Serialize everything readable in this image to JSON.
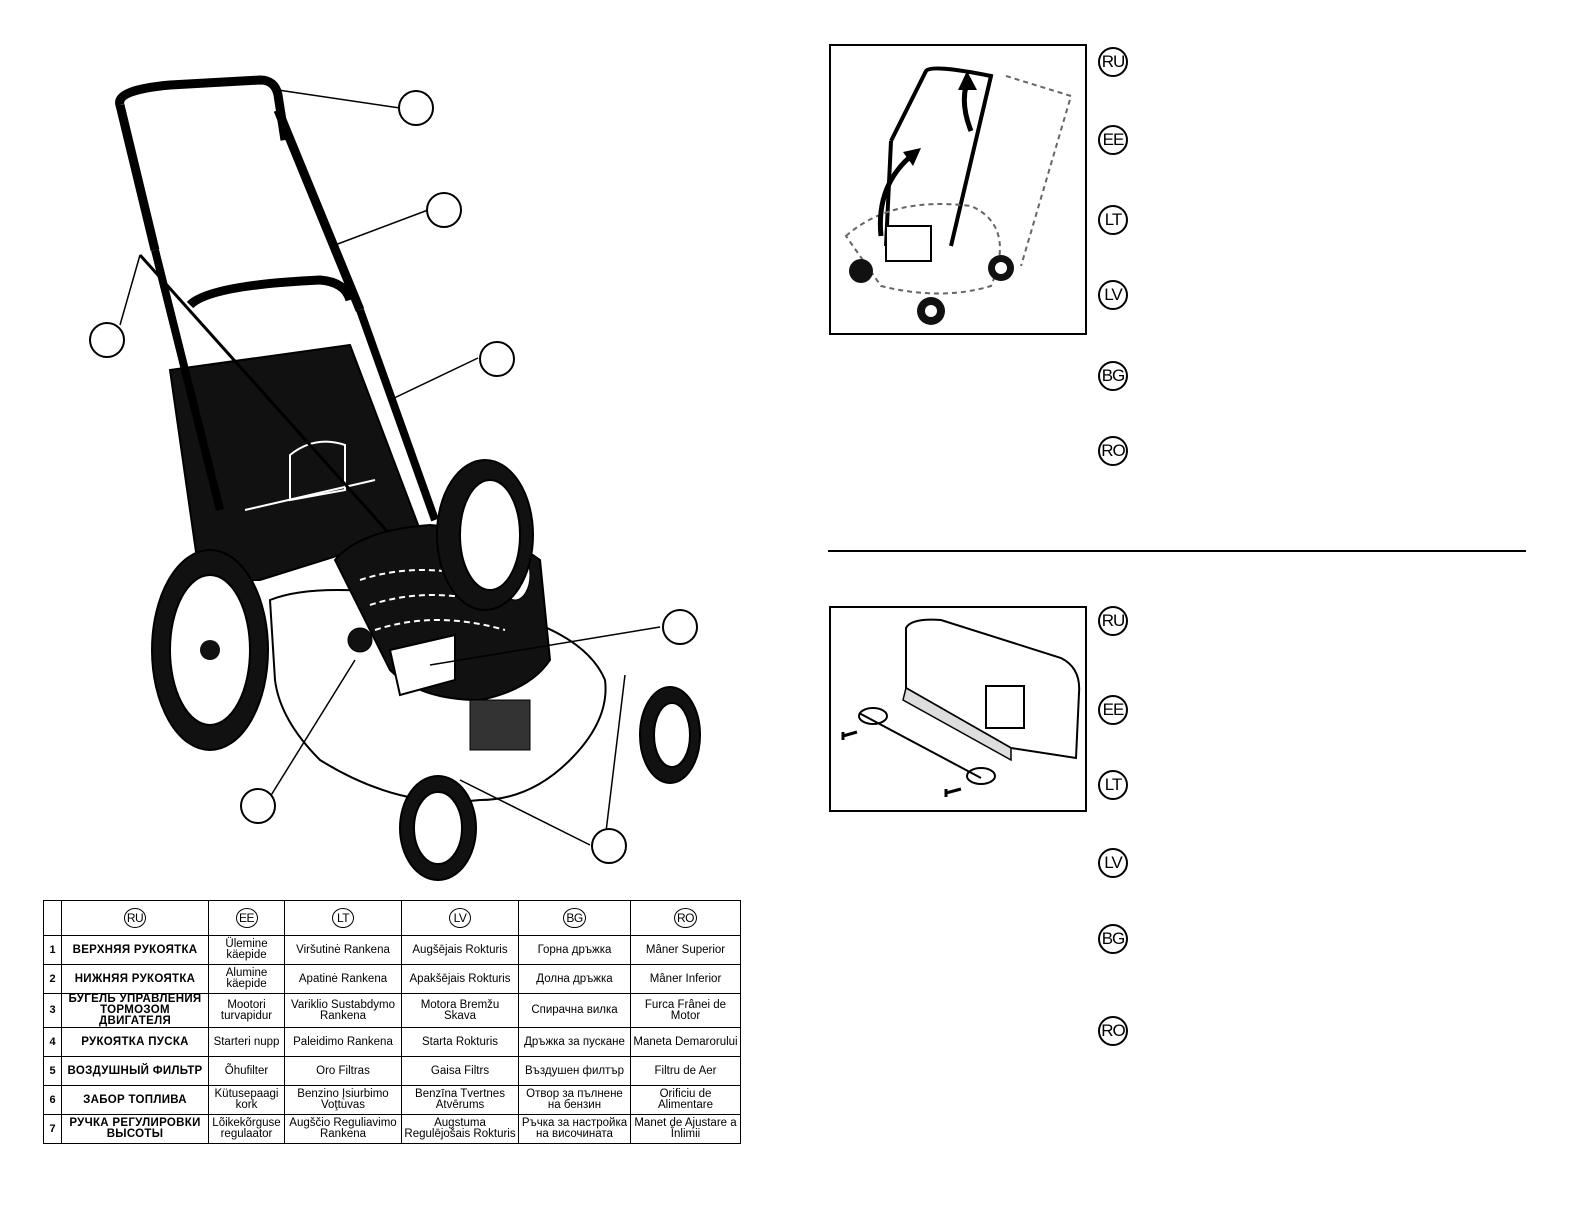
{
  "table": {
    "headers": [
      "RU",
      "EE",
      "LT",
      "LV",
      "BG",
      "RO"
    ],
    "rows": [
      {
        "num": "1",
        "ru": "ВЕРХНЯЯ РУКОЯТКА",
        "ee": "Ülemine käepide",
        "lt": "Viršutinė Rankena",
        "lv": "Augšējais Rokturis",
        "bg": "Горна дръжка",
        "ro": "Mâner Superior"
      },
      {
        "num": "2",
        "ru": "НИЖНЯЯ РУКОЯТКА",
        "ee": "Alumine käepide",
        "lt": "Apatinė Rankena",
        "lv": "Apakšējais Rokturis",
        "bg": "Долна дръжка",
        "ro": "Mâner Inferior"
      },
      {
        "num": "3",
        "ru": "БУГЕЛЬ УПРАВЛЕНИЯ ТОРМОЗОМ ДВИГАТЕЛЯ",
        "ee": "Mootori turvapidur",
        "lt": "Variklio Sustabdymo Rankena",
        "lv": "Motora Bremžu Skava",
        "bg": "Спирачна вилка",
        "ro": "Furca Frânei de Motor"
      },
      {
        "num": "4",
        "ru": "РУКОЯТКА ПУСКА",
        "ee": "Starteri nupp",
        "lt": "Paleidimo Rankena",
        "lv": "Starta Rokturis",
        "bg": "Дръжка за пускане",
        "ro": "Maneta Demarorului"
      },
      {
        "num": "5",
        "ru": "ВОЗДУШНЫЙ ФИЛЬТР",
        "ee": "Õhufilter",
        "lt": "Oro Filtras",
        "lv": "Gaisa Filtrs",
        "bg": "Въздушен филтър",
        "ro": "Filtru de Aer"
      },
      {
        "num": "6",
        "ru": "ЗАБОР ТОПЛИВА",
        "ee": "Kütusepaagi kork",
        "lt": "Benzino Įsiurbimo Voţtuvas",
        "lv": "Benzīna Tvertnes Atvērums",
        "bg": "Отвор за пълнене на бензин",
        "ro": "Orificiu de Alimentare"
      },
      {
        "num": "7",
        "ru": "РУЧКА РЕГУЛИРОВКИ ВЫСОТЫ",
        "ee": "Lõikekõrguse regulaator",
        "lt": "Augščio Reguliavimo Rankena",
        "lv": "Augstuma Regulējošais Rokturis",
        "bg": "Ръчка за настройка на височината",
        "ro": "Manet de Ajustare a Înlimii"
      }
    ]
  },
  "section1_langs": [
    "RU",
    "EE",
    "LT",
    "LV",
    "BG",
    "RO"
  ],
  "section2_langs": [
    "RU",
    "EE",
    "LT",
    "LV",
    "BG",
    "RO"
  ]
}
